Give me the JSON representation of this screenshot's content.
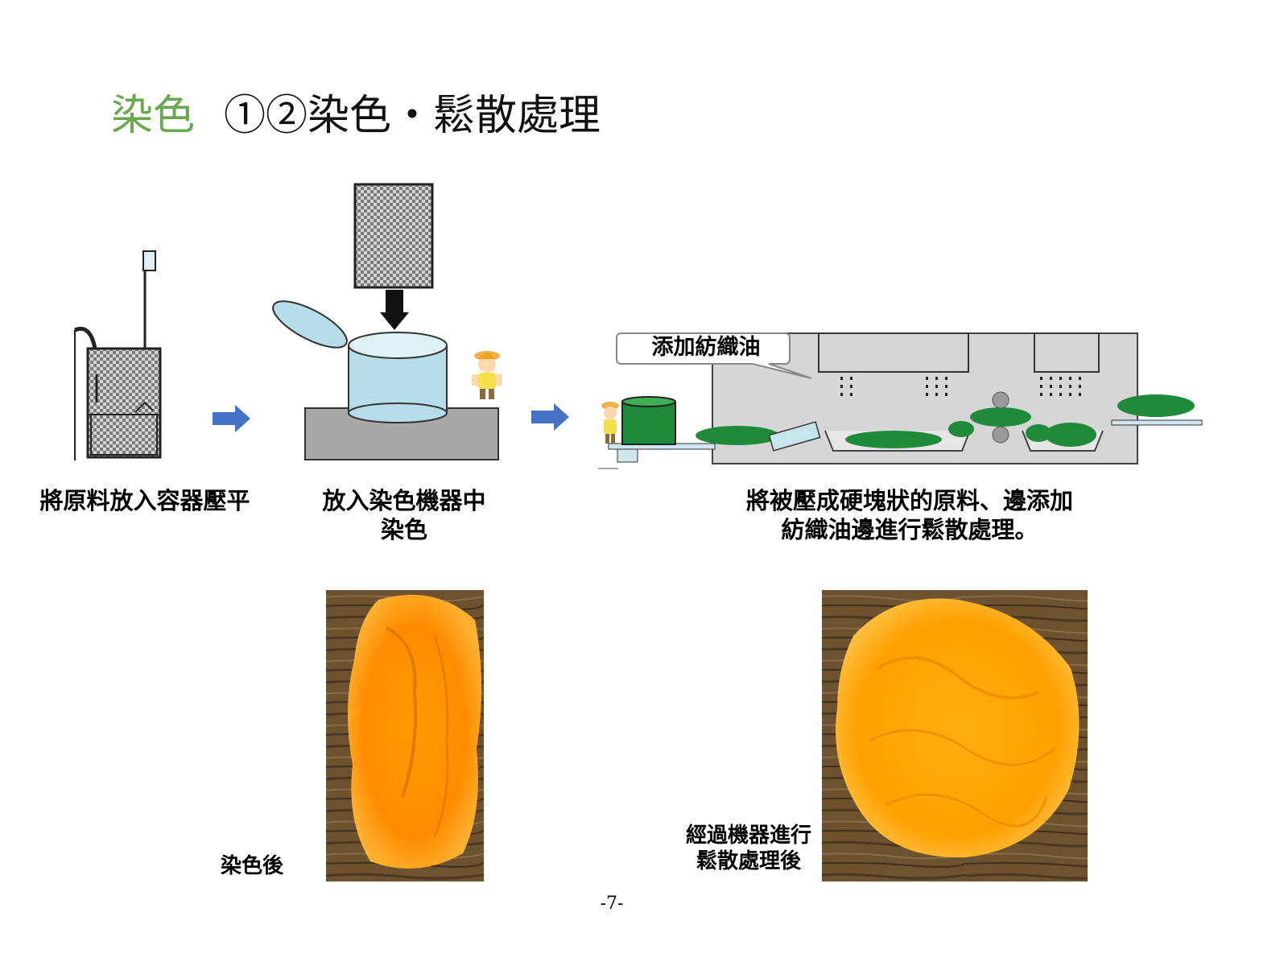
{
  "title": {
    "prefix": "染色",
    "main": "①②染色‧鬆散處理"
  },
  "steps": {
    "step1": "將原料放入容器壓平",
    "step2_line1": "放入染色機器中",
    "step2_line2": "染色",
    "step3_line1": "將被壓成硬塊狀的原料、邊添加",
    "step3_line2": "紡織油邊進行鬆散處理。",
    "callout": "添加紡織油"
  },
  "photos": {
    "left_caption": "染色後",
    "right_caption_line1": "經過機器進行",
    "right_caption_line2": "鬆散處理後"
  },
  "page_number": "-7-"
}
